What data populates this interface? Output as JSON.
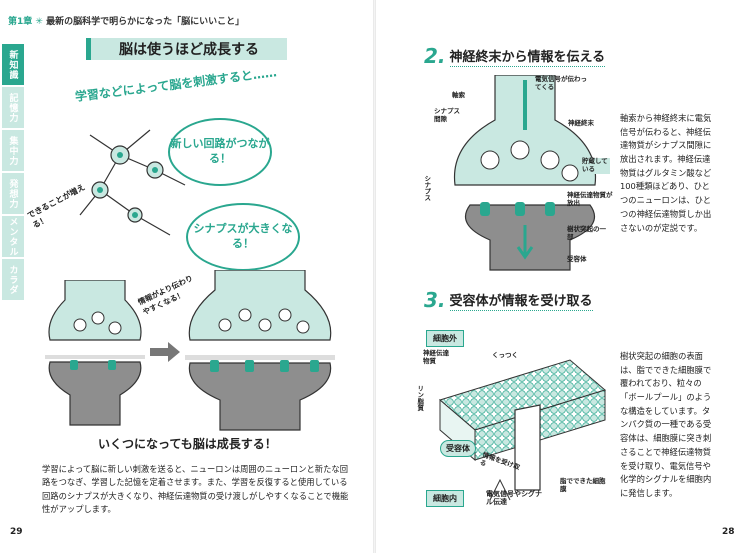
{
  "header": {
    "chapter_num": "第1章",
    "chapter_title": "最新の脳科学で明らかになった「脳にいいこと」"
  },
  "tabs": [
    "新知識",
    "記憶力",
    "集中力",
    "発想力",
    "メンタル",
    "カラダ"
  ],
  "left": {
    "title": "脳は使うほど成長する",
    "lead": "学習などによって脳を刺激すると……",
    "bubble1": "新しい回路がつながる！",
    "bubble2": "シナプスが大きくなる！",
    "vertical_note": "できることが増える！",
    "transfer_note": "情報がより伝わりやすくなる！",
    "subhead": "いくつになっても脳は成長する！",
    "body": "学習によって脳に新しい刺激を送ると、ニューロンは周囲のニューロンと新たな回路をつなぎ、学習した記憶を定着させます。また、学習を反復すると使用している回路のシナプスが大きくなり、神経伝達物質の受け渡しがしやすくなることで機能性がアップします。",
    "page_number": "29"
  },
  "right": {
    "sec2": {
      "num": "2.",
      "title": "神経終末から情報を伝える"
    },
    "sec2_labels": {
      "axon": "軸索",
      "signal": "電気信号が伝わってくる",
      "synaptic_cleft": "シナプス間隙",
      "terminal": "神経終末",
      "synapse": "シナプス",
      "store": "貯蔵している",
      "release": "神経伝達物質が放出",
      "dendrite": "樹状突起の一部",
      "receptor": "受容体"
    },
    "sec2_body": "軸索から神経終末に電気信号が伝わると、神経伝達物質がシナプス間隙に放出されます。神経伝達物質はグルタミン酸など100種類ほどあり、ひとつのニューロンは、ひとつの神経伝達物質しか出さないのが定説です。",
    "sec3": {
      "num": "3.",
      "title": "受容体が情報を受け取る"
    },
    "sec3_labels": {
      "outside": "細胞外",
      "inside": "細胞内",
      "nt": "神経伝達物質",
      "kuttsuku": "くっつく",
      "phospholipid": "リン脂質",
      "receptor": "受容体",
      "transmit": "情報を受け取る",
      "signal": "電気信号やシグナル伝達",
      "membrane": "脂でできた細胞膜"
    },
    "sec3_body": "樹状突起の細胞の表面は、脂でできた細胞膜で覆われており、粒々の「ボールプール」のような構造をしています。タンパク質の一種である受容体は、細胞膜に突き刺さることで神経伝達物質を受け取り、電気信号や化学的シグナルを細胞内に発信します。",
    "page_number": "28"
  },
  "colors": {
    "accent": "#2aa78f",
    "light": "#c9e8e1",
    "gray": "#8e8e8e"
  }
}
